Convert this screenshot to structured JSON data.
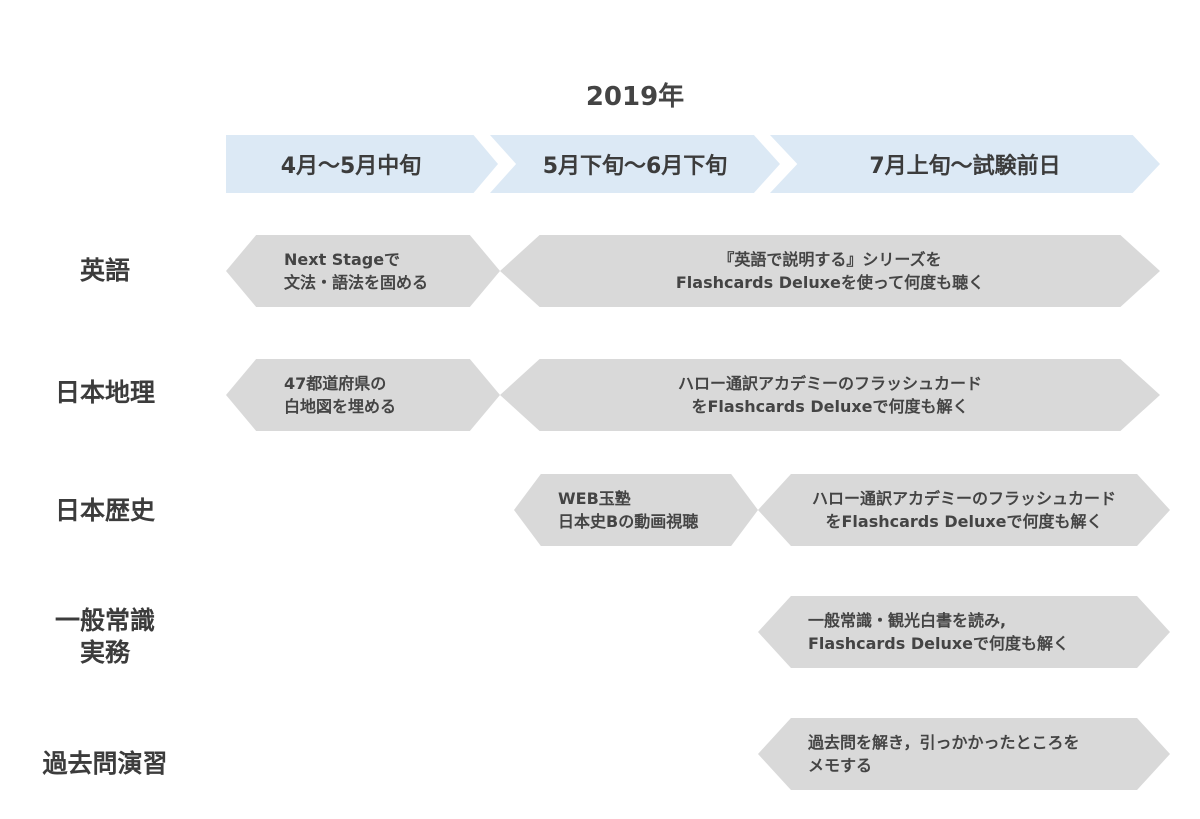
{
  "year": "2019年",
  "phases": [
    {
      "label": "4月～5月中旬"
    },
    {
      "label": "5月下旬～6月下旬"
    },
    {
      "label": "7月上旬～試験前日"
    }
  ],
  "rows": [
    {
      "label": "英語",
      "tasks": [
        {
          "line1": "Next Stageで",
          "line2": "文法・語法を固める"
        },
        {
          "line1": "『英語で説明する』シリーズを",
          "line2": "Flashcards Deluxeを使って何度も聴く"
        }
      ]
    },
    {
      "label": "日本地理",
      "tasks": [
        {
          "line1": "47都道府県の",
          "line2": "白地図を埋める"
        },
        {
          "line1": "ハロー通訳アカデミーのフラッシュカード",
          "line2": "をFlashcards Deluxeで何度も解く"
        }
      ]
    },
    {
      "label": "日本歴史",
      "tasks": [
        {
          "line1": "WEB玉塾",
          "line2": "日本史Bの動画視聴"
        },
        {
          "line1": "ハロー通訳アカデミーのフラッシュカード",
          "line2": "をFlashcards Deluxeで何度も解く"
        }
      ]
    },
    {
      "label_line1": "一般常識",
      "label_line2": "実務",
      "tasks": [
        {
          "line1": "一般常識・観光白書を読み,",
          "line2": "Flashcards Deluxeで何度も解く"
        }
      ]
    },
    {
      "label": "過去問演習",
      "tasks": [
        {
          "line1": "過去問を解き，引っかかったところを",
          "line2": "メモする"
        }
      ]
    }
  ]
}
